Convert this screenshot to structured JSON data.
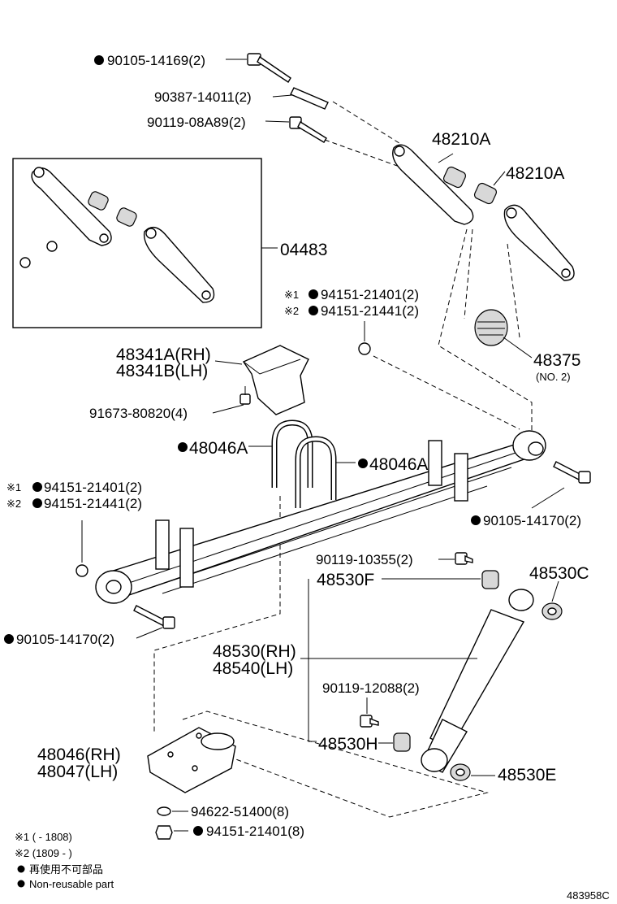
{
  "labels": {
    "p90105_14169": "90105-14169(2)",
    "p90387_14011": "90387-14011(2)",
    "p90119_08A89": "90119-08A89(2)",
    "p48210A_1": "48210A",
    "p48210A_2": "48210A",
    "p04483": "04483",
    "p94151_21401_top": "94151-21401(2)",
    "p94151_21441_top": "94151-21441(2)",
    "p48375": "48375",
    "p48375_no": "(NO. 2)",
    "p48341A": "48341A(RH)",
    "p48341B": "48341B(LH)",
    "p91673_80820": "91673-80820(4)",
    "p48046A_1": "48046A",
    "p48046A_2": "48046A",
    "p94151_21401_mid": "94151-21401(2)",
    "p94151_21441_mid": "94151-21441(2)",
    "p90105_14170_r": "90105-14170(2)",
    "p90119_10355": "90119-10355(2)",
    "p48530F": "48530F",
    "p48530C": "48530C",
    "p90105_14170_l": "90105-14170(2)",
    "p48530": "48530(RH)",
    "p48540": "48540(LH)",
    "p90119_12088": "90119-12088(2)",
    "p48530H": "48530H",
    "p48530E": "48530E",
    "p48046": "48046(RH)",
    "p48047": "48047(LH)",
    "p94622_51400": "94622-51400(8)",
    "p94151_21401_bot": "94151-21401(8)"
  },
  "marks": {
    "note1": "※1",
    "note2": "※2"
  },
  "legend": {
    "note1_text": "※1 (     - 1808)",
    "note2_text": "※2 (1809 -      )",
    "non_reusable_jp": "再使用不可部品",
    "non_reusable_en": "Non-reusable part"
  },
  "figure_id": "483958C"
}
